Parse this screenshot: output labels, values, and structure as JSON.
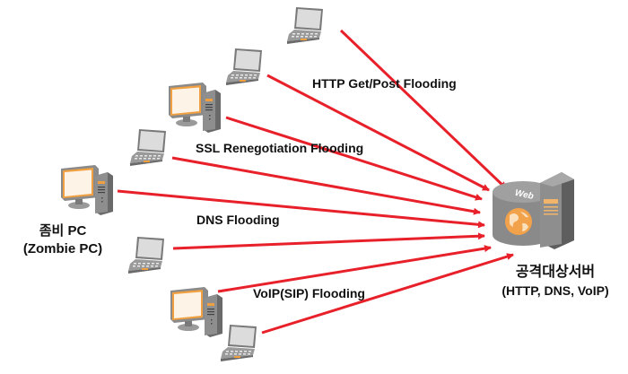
{
  "diagram": {
    "type": "network-attack",
    "colors": {
      "arrow": "#e8202a",
      "device_body": "#8a8a8a",
      "device_dark": "#5a5a5a",
      "screen": "#fdf1e2",
      "screen_border": "#f0a040",
      "accent_orange": "#f0a040",
      "globe": "#f2a24a"
    },
    "attack_labels": [
      {
        "id": "http",
        "text": "HTTP Get/Post Flooding"
      },
      {
        "id": "ssl",
        "text": "SSL Renegotiation Flooding"
      },
      {
        "id": "dns",
        "text": "DNS Flooding"
      },
      {
        "id": "voip",
        "text": "VoIP(SIP) Flooding"
      }
    ],
    "zombie": {
      "label_ko": "좀비 PC",
      "label_en": "(Zombie PC)"
    },
    "target": {
      "label_ko": "공격대상서버",
      "label_en": "(HTTP, DNS, VoIP)",
      "web_text": "Web"
    },
    "sources": [
      {
        "kind": "laptop",
        "icon": "laptop-icon"
      },
      {
        "kind": "laptop",
        "icon": "laptop-icon"
      },
      {
        "kind": "desktop",
        "icon": "desktop-pc-icon"
      },
      {
        "kind": "laptop",
        "icon": "laptop-icon"
      },
      {
        "kind": "desktop",
        "icon": "desktop-pc-icon"
      },
      {
        "kind": "laptop",
        "icon": "laptop-icon"
      },
      {
        "kind": "desktop",
        "icon": "desktop-pc-icon"
      },
      {
        "kind": "laptop",
        "icon": "laptop-icon"
      }
    ]
  }
}
